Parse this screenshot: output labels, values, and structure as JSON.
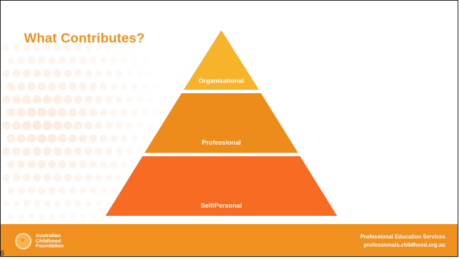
{
  "slide": {
    "title": "What Contributes?",
    "page_number": "6"
  },
  "pyramid": {
    "tiers": [
      {
        "label": "Organisational",
        "color": "#f7b32a"
      },
      {
        "label": "Professional",
        "color": "#ee8c1b"
      },
      {
        "label": "Self/Personal",
        "color": "#f76b22"
      }
    ]
  },
  "footer": {
    "logo_lines": [
      "Australian",
      "Childhood",
      "Foundation"
    ],
    "service_name": "Professional Education Services",
    "website": "professionals.childhood.org.au",
    "color": "#f0901e"
  },
  "decor": {
    "icon": "heart-icon"
  }
}
